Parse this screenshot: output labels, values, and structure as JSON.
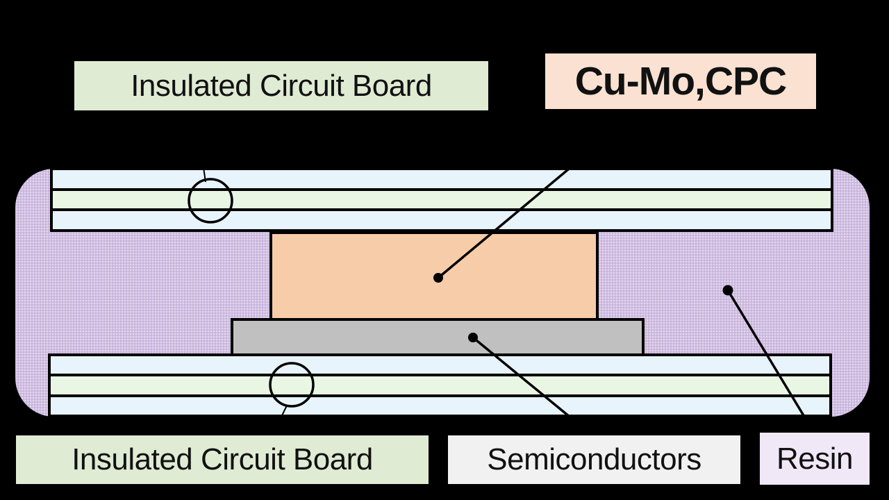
{
  "diagram": {
    "title": "Semiconductor package cross-section diagram",
    "labels": {
      "icb_top": {
        "text": "Insulated Circuit Board"
      },
      "cu_mo": {
        "text": "Cu-Mo,CPC"
      },
      "icb_bottom": {
        "text": "Insulated Circuit Board"
      },
      "semiconductors": {
        "text": "Semiconductors"
      },
      "resin": {
        "text": "Resin"
      }
    },
    "colors": {
      "background": "#000000",
      "resin_fill": "#c9b4dc",
      "resin_dot_texture": "#e3d9ef",
      "board_stripe_blue": "#e8f4fb",
      "board_stripe_green": "#e9f6e4",
      "cu_mo_fill": "#f7cca9",
      "semiconductor_fill": "#c0c0c0",
      "label_icb_bg": "#dfebd3",
      "label_cu_mo_bg": "#fae1d2",
      "label_semiconductors_bg": "#f1f1f1",
      "label_resin_bg": "#f1e8f7",
      "outline": "#000000"
    }
  }
}
